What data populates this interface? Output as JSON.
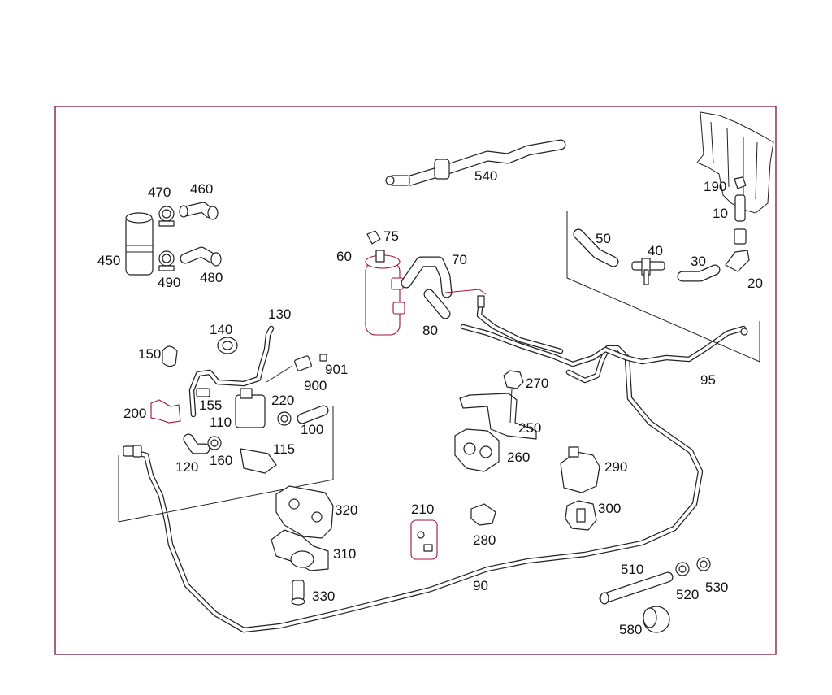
{
  "parts": [
    {
      "id": "p10",
      "label": "10"
    },
    {
      "id": "p20",
      "label": "20"
    },
    {
      "id": "p30",
      "label": "30"
    },
    {
      "id": "p40",
      "label": "40"
    },
    {
      "id": "p50",
      "label": "50"
    },
    {
      "id": "p60",
      "label": "60"
    },
    {
      "id": "p70",
      "label": "70"
    },
    {
      "id": "p75",
      "label": "75"
    },
    {
      "id": "p80",
      "label": "80"
    },
    {
      "id": "p90",
      "label": "90"
    },
    {
      "id": "p95",
      "label": "95"
    },
    {
      "id": "p100",
      "label": "100"
    },
    {
      "id": "p110",
      "label": "110"
    },
    {
      "id": "p115",
      "label": "115"
    },
    {
      "id": "p120",
      "label": "120"
    },
    {
      "id": "p130",
      "label": "130"
    },
    {
      "id": "p140",
      "label": "140"
    },
    {
      "id": "p150",
      "label": "150"
    },
    {
      "id": "p155",
      "label": "155"
    },
    {
      "id": "p160",
      "label": "160"
    },
    {
      "id": "p190",
      "label": "190"
    },
    {
      "id": "p200",
      "label": "200"
    },
    {
      "id": "p210",
      "label": "210"
    },
    {
      "id": "p220",
      "label": "220"
    },
    {
      "id": "p250",
      "label": "250"
    },
    {
      "id": "p260",
      "label": "260"
    },
    {
      "id": "p270",
      "label": "270"
    },
    {
      "id": "p280",
      "label": "280"
    },
    {
      "id": "p290",
      "label": "290"
    },
    {
      "id": "p300",
      "label": "300"
    },
    {
      "id": "p310",
      "label": "310"
    },
    {
      "id": "p320",
      "label": "320"
    },
    {
      "id": "p330",
      "label": "330"
    },
    {
      "id": "p450",
      "label": "450"
    },
    {
      "id": "p460",
      "label": "460"
    },
    {
      "id": "p470",
      "label": "470"
    },
    {
      "id": "p480",
      "label": "480"
    },
    {
      "id": "p490",
      "label": "490"
    },
    {
      "id": "p510",
      "label": "510"
    },
    {
      "id": "p520",
      "label": "520"
    },
    {
      "id": "p530",
      "label": "530"
    },
    {
      "id": "p540",
      "label": "540"
    },
    {
      "id": "p580",
      "label": "580"
    },
    {
      "id": "p900",
      "label": "900"
    },
    {
      "id": "p901",
      "label": "901"
    }
  ],
  "colors": {
    "frame": "#7a1030",
    "line": "#222222",
    "accent": "#a01040",
    "background": "#ffffff"
  }
}
